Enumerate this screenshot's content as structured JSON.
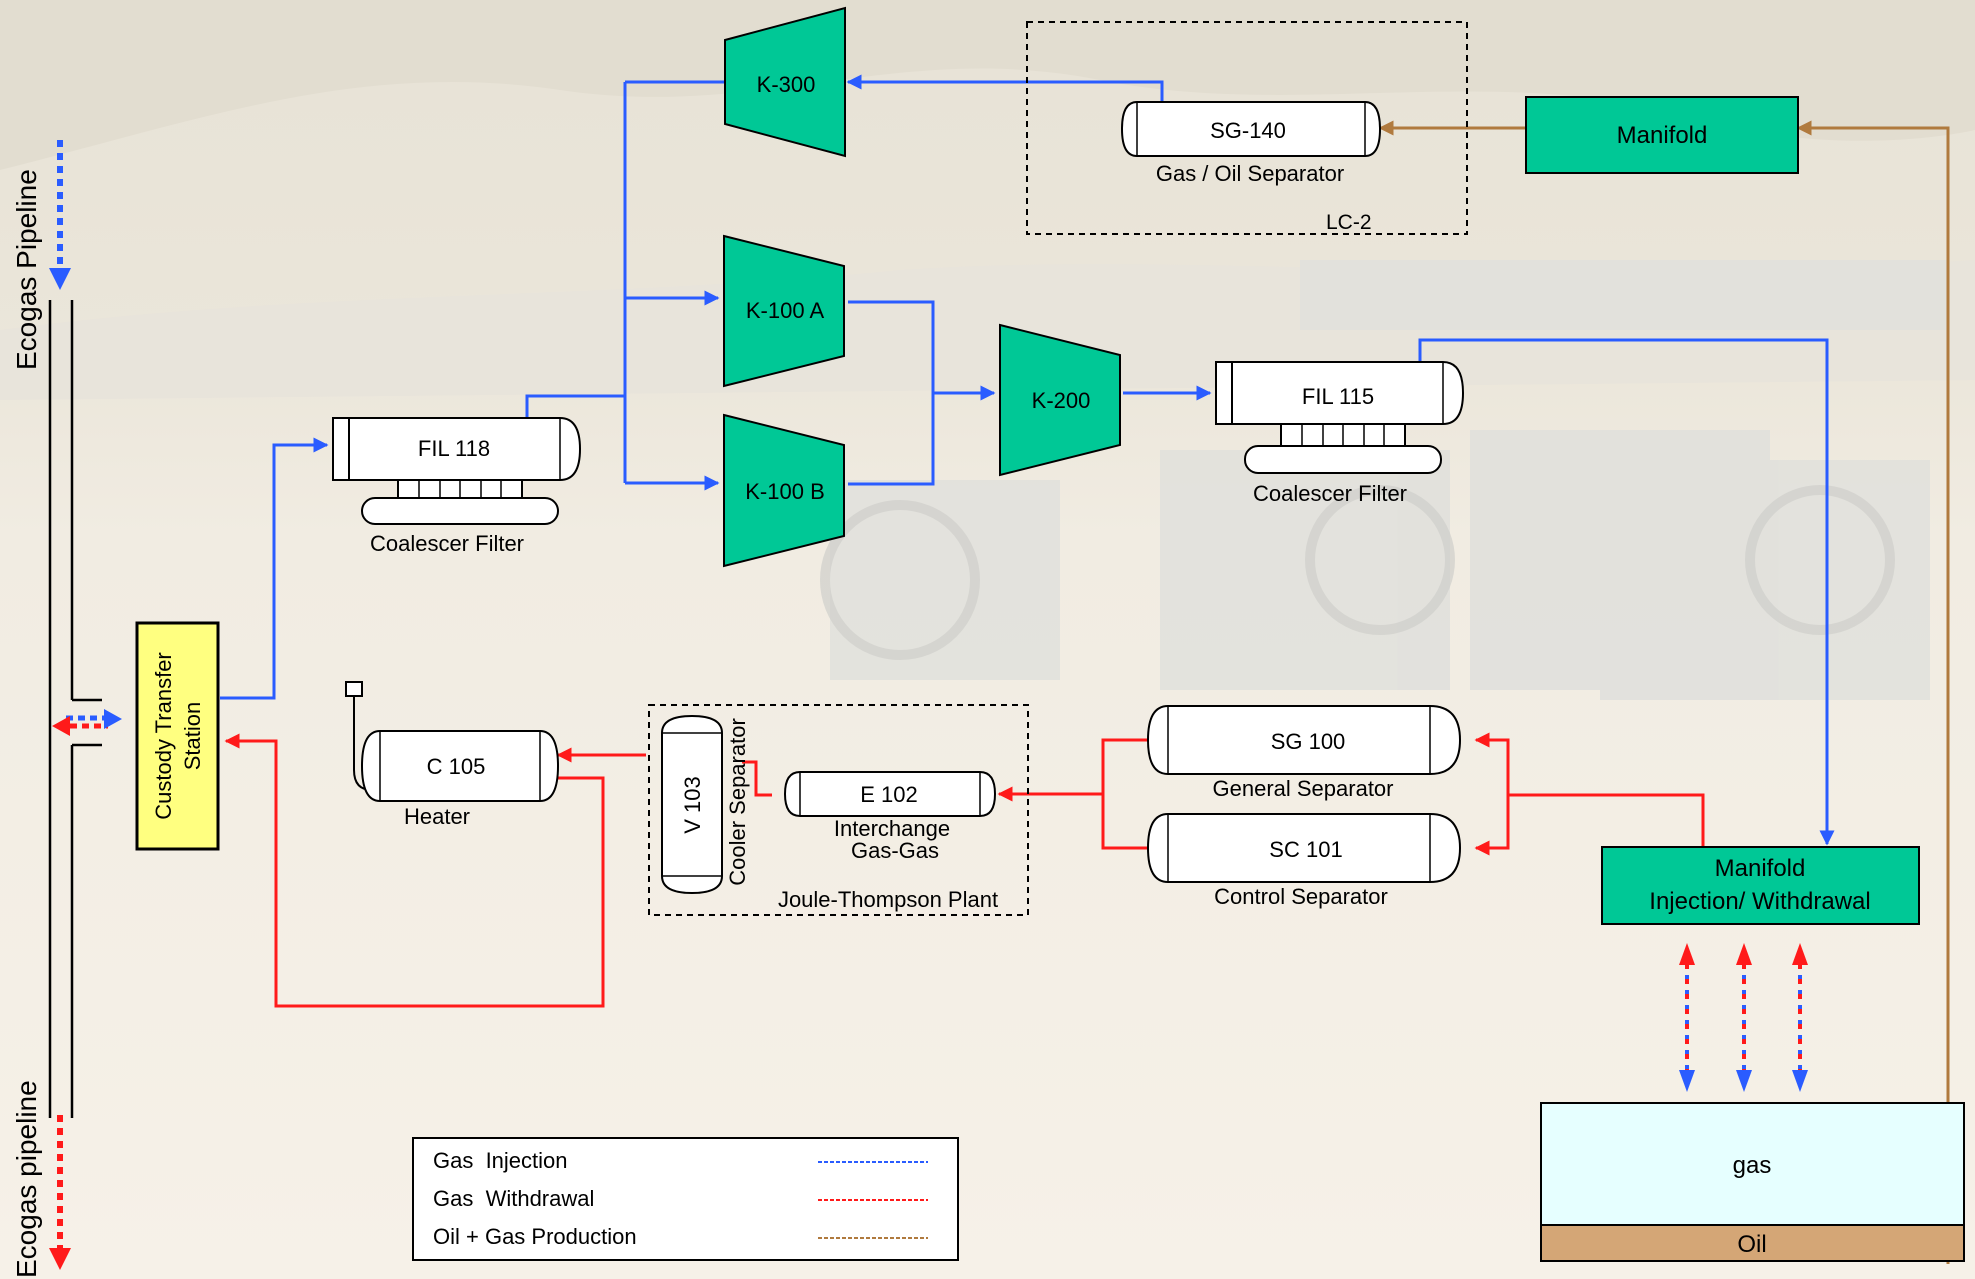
{
  "colors": {
    "injection": "#2a5cff",
    "withdrawal": "#ff1a1a",
    "production": "#b07a3e",
    "equipment": "#00c896",
    "transfer_station": "#ffff80",
    "gas_zone": "#e6ffff",
    "oil_zone": "#d4a676"
  },
  "pipelines": {
    "top": "Ecogas Pipeline",
    "bottom": "Ecogas pipeline"
  },
  "custody": {
    "line1": "Custody Transfer",
    "line2": "Station"
  },
  "compressors": {
    "k300": "K-300",
    "k100a": "K-100 A",
    "k100b": "K-100 B",
    "k200": "K-200"
  },
  "sg140": {
    "tag": "SG-140",
    "caption": "Gas / Oil Separator"
  },
  "lc2": "LC-2",
  "manifold_top": "Manifold",
  "fil118": {
    "tag": "FIL 118",
    "caption": "Coalescer Filter"
  },
  "fil115": {
    "tag": "FIL 115",
    "caption": "Coalescer Filter"
  },
  "c105": {
    "tag": "C 105",
    "caption": "Heater"
  },
  "v103": {
    "tag": "V 103",
    "side": "Cooler Separator"
  },
  "e102": {
    "tag": "E 102",
    "caption1": "Interchange",
    "caption2": "Gas-Gas"
  },
  "jt_plant": "Joule-Thompson Plant",
  "sg100": {
    "tag": "SG 100",
    "caption": "General Separator"
  },
  "sc101": {
    "tag": "SC 101",
    "caption": "Control Separator"
  },
  "manifold_iw": {
    "line1": "Manifold",
    "line2": "Injection/ Withdrawal"
  },
  "reservoir": {
    "gas": "gas",
    "oil": "Oil"
  },
  "legend": [
    {
      "label": "Gas  Injection",
      "color": "#2a5cff"
    },
    {
      "label": "Gas  Withdrawal",
      "color": "#ff1a1a"
    },
    {
      "label": "Oil + Gas Production",
      "color": "#b07a3e"
    }
  ]
}
